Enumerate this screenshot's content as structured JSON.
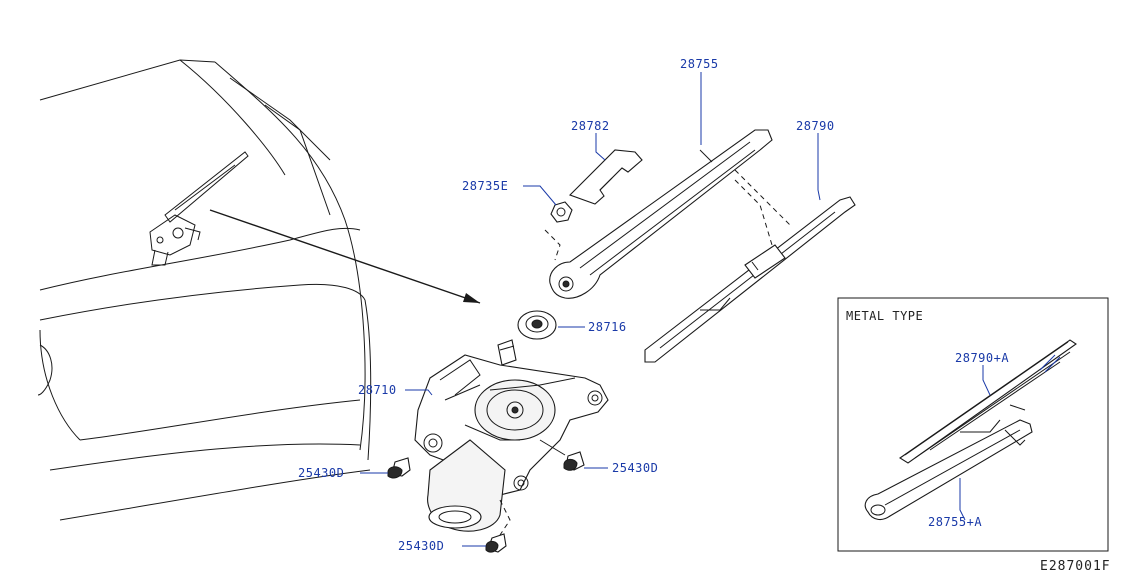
{
  "labels": {
    "p28755": "28755",
    "p28790": "28790",
    "p28782": "28782",
    "p28735E": "28735E",
    "p28716": "28716",
    "p28710": "28710",
    "p25430D_left": "25430D",
    "p25430D_right": "25430D",
    "p25430D_bottom": "25430D"
  },
  "inset": {
    "title": "METAL TYPE",
    "p28790A": "28790+A",
    "p28755A": "28755+A"
  },
  "reference_code": "E287001F",
  "colors": {
    "label": "#1a3aa8",
    "line": "#1a1a1a"
  }
}
